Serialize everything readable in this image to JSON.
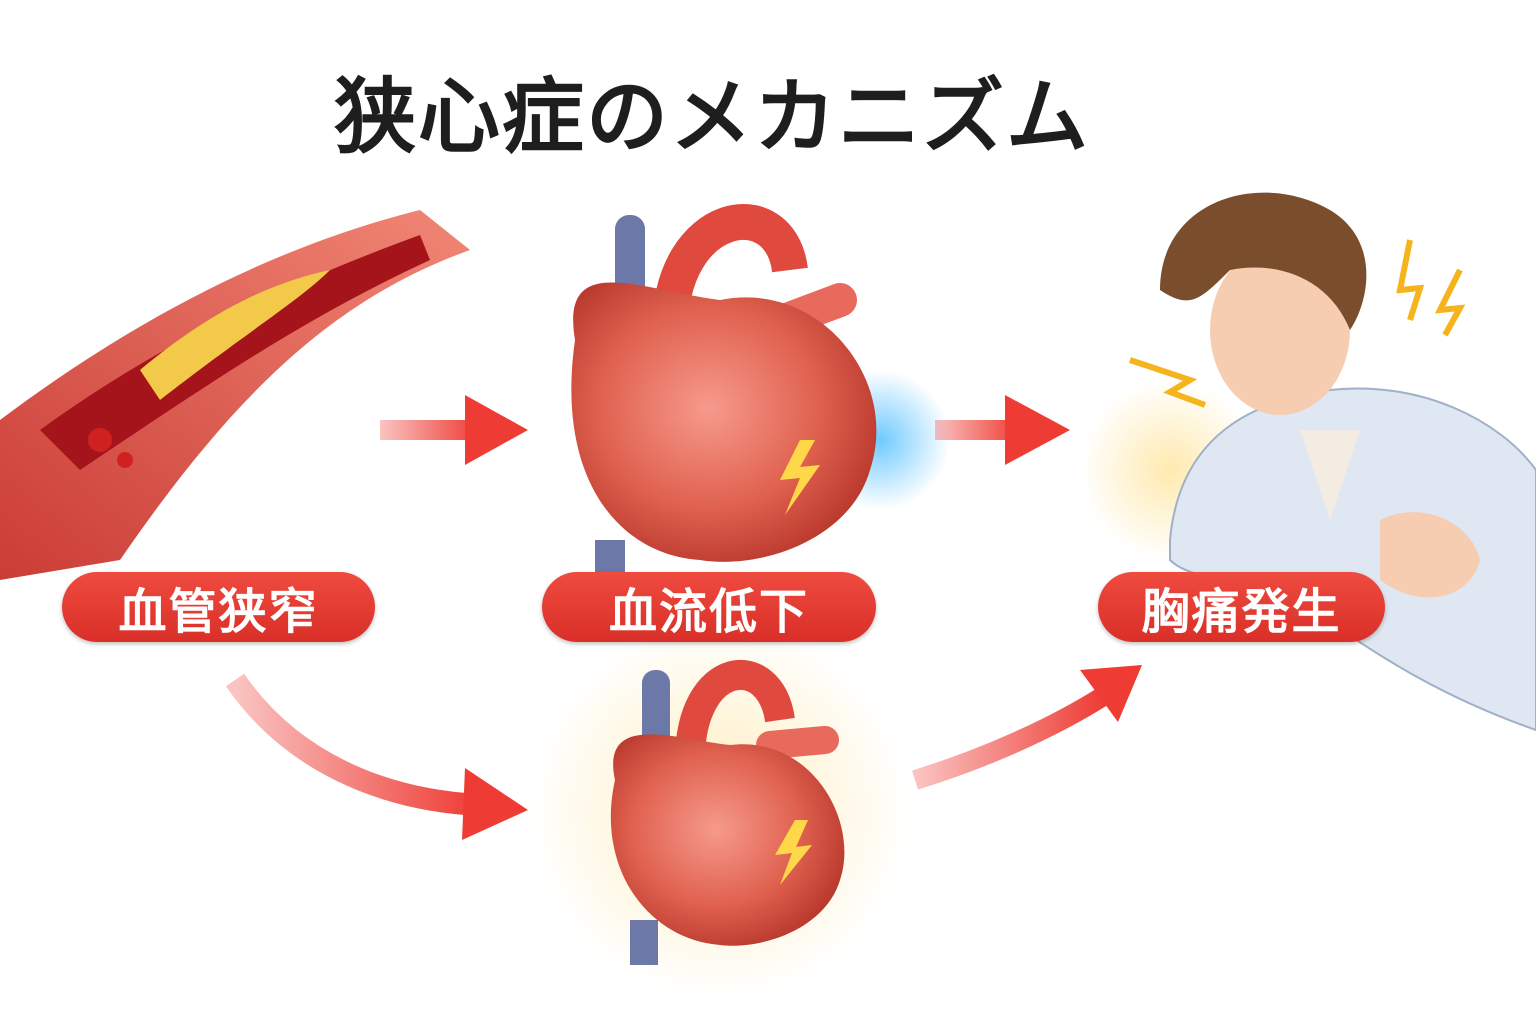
{
  "title": "狭心症のメカニズム",
  "steps": [
    {
      "label": "血管狭窄",
      "icon": "narrowed-artery-icon"
    },
    {
      "label": "血流低下",
      "icon": "heart-reduced-flow-icon"
    },
    {
      "label": "胸痛発生",
      "icon": "man-chest-pain-icon"
    }
  ],
  "colors": {
    "accent": "#e53935",
    "arrow": "#ee3b34",
    "text": "#1e1e1e"
  }
}
